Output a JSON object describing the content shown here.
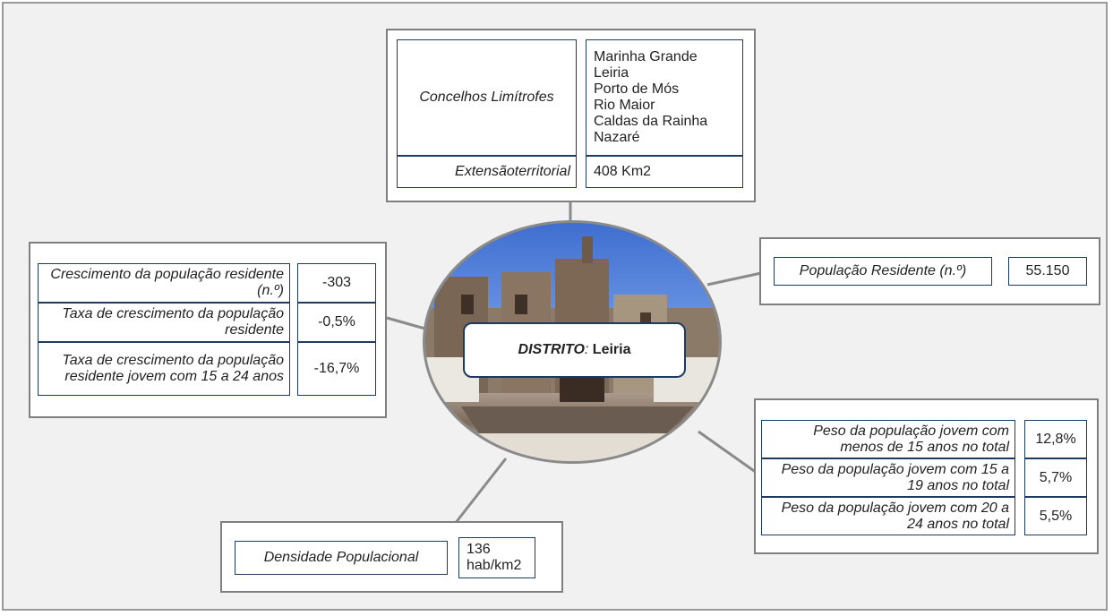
{
  "center": {
    "title_key": "DISTRITO",
    "title_sep": ":",
    "title_value": "Leiria"
  },
  "top": {
    "concelhos_label": "Concelhos Limítrofes",
    "concelhos": [
      "Marinha Grande",
      "Leiria",
      "Porto de Mós",
      "Rio Maior",
      "Caldas da Rainha",
      "Nazaré"
    ],
    "extensao_label": "Extensãoterritorial",
    "extensao_value": "408 Km2"
  },
  "population": {
    "label": "População Residente (n.º)",
    "value": "55.150"
  },
  "growth": {
    "rows": [
      {
        "label": "Crescimento da população residente (n.º)",
        "value": "-303"
      },
      {
        "label": "Taxa de crescimento da população residente",
        "value": "-0,5%"
      },
      {
        "label": "Taxa de crescimento da população residente jovem com 15 a 24 anos",
        "value": "-16,7%"
      }
    ]
  },
  "youth": {
    "rows": [
      {
        "label": "Peso da população jovem com menos de 15 anos no total",
        "value": "12,8%"
      },
      {
        "label": "Peso da população jovem com 15 a 19 anos no total",
        "value": "5,7%"
      },
      {
        "label": "Peso da população jovem com 20 a 24 anos no total",
        "value": "5,5%"
      }
    ]
  },
  "density": {
    "label": "Densidade Populacional",
    "value_line1": "136",
    "value_line2": "hab/km2"
  }
}
